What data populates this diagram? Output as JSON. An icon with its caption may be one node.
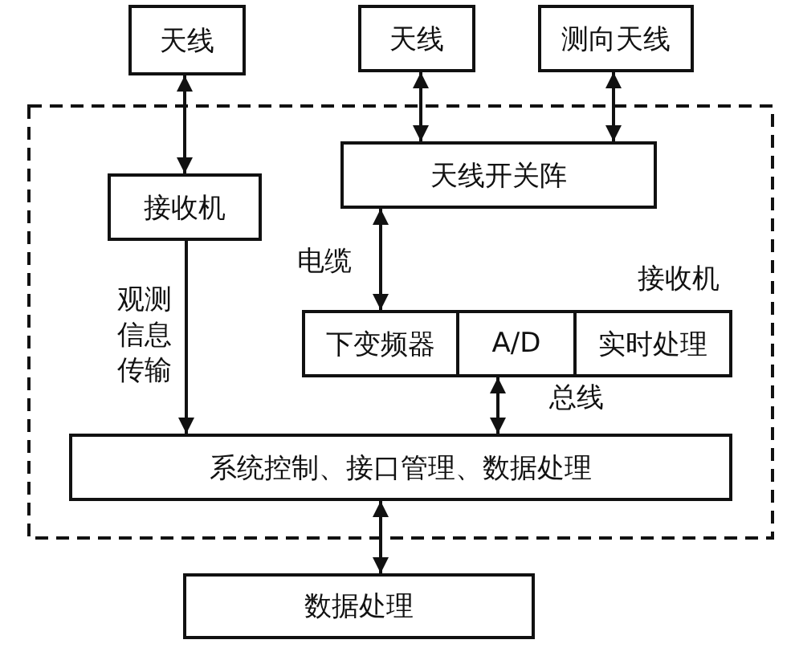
{
  "diagram": {
    "nodes": [
      {
        "text": [
          "天线"
        ]
      },
      {
        "text": [
          "天线"
        ]
      },
      {
        "text": [
          "测向天线"
        ]
      },
      {
        "text": [
          "接收机"
        ]
      },
      {
        "text": [
          "天线开关阵"
        ]
      },
      {
        "text": [
          "接收机"
        ]
      },
      {
        "text": [
          "下变频器"
        ],
        "in": 5
      },
      {
        "text": [
          "A/D"
        ],
        "in": 5
      },
      {
        "text": [
          "实时处理"
        ],
        "in": 5
      },
      {
        "text": [
          "系统控制、接口管理、数据处理"
        ]
      },
      {
        "text": [
          "数据处理"
        ]
      }
    ],
    "edges": [
      {
        "from": 0,
        "to": 3,
        "arrow": "both"
      },
      {
        "from": 1,
        "to": 4,
        "arrow": "both"
      },
      {
        "from": 2,
        "to": 4,
        "arrow": "both"
      },
      {
        "from": 4,
        "to": 6,
        "arrow": "both",
        "label": "电缆"
      },
      {
        "from": 3,
        "to": 9,
        "arrow": "to",
        "label": "观测信息传输"
      },
      {
        "from": 7,
        "to": 9,
        "arrow": "both",
        "label": "总线"
      },
      {
        "from": 9,
        "to": 10,
        "arrow": "both"
      }
    ]
  }
}
